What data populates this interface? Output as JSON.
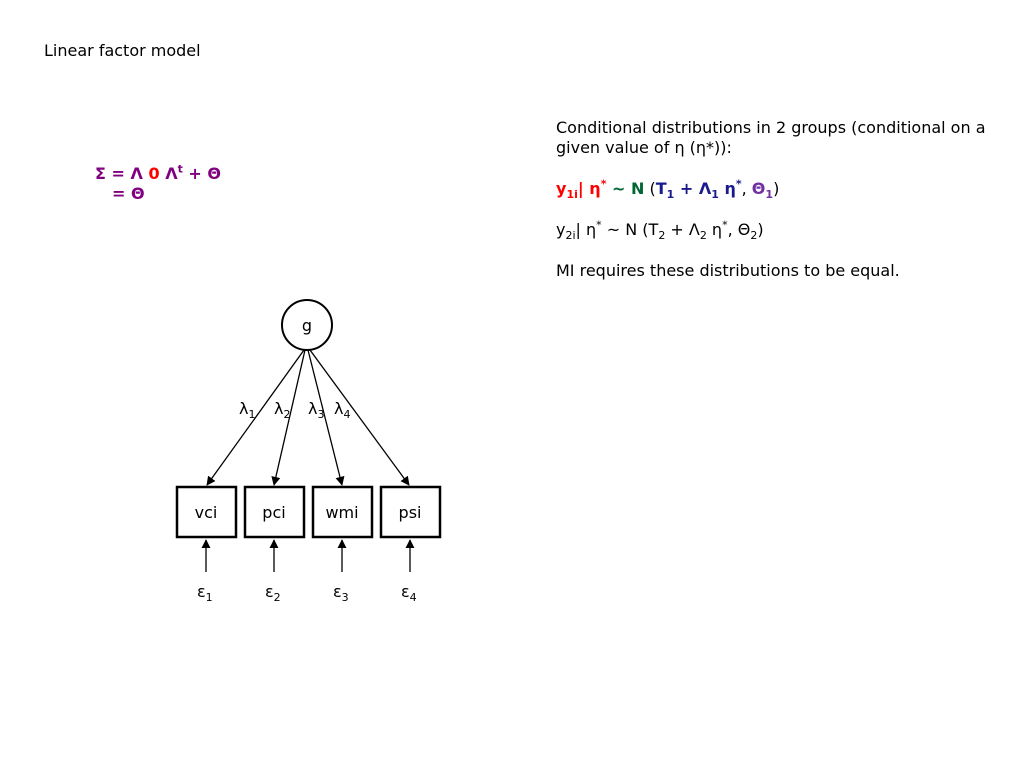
{
  "title": "Linear factor model",
  "formula": {
    "sigma": "Σ",
    "eq": "=",
    "lambda": "Λ",
    "zero": "0",
    "lambda_t": "Λ",
    "t": "t",
    "plus": "+",
    "theta": "Θ",
    "eq2": "=",
    "theta2": "Θ"
  },
  "text": {
    "intro": "Conditional distributions in 2 groups (conditional on a given value of  η (η*)):",
    "g1": {
      "y": "y",
      "y_sub": "1i",
      "bar_eta": "| η",
      "star": "*",
      "tilde_n": " ~ N",
      "open": " (",
      "T": "T",
      "T_sub": "1",
      "plus_lambda": " + Λ",
      "L_sub": "1",
      "eta": " η",
      "eta_star": "*",
      "comma": ", ",
      "theta": "Θ",
      "theta_sub": "1",
      "close": ")"
    },
    "g2": {
      "y": "y",
      "y_sub": "2i",
      "bar_eta": "| η",
      "star": "*",
      "tilde_n": " ~ N (T",
      "T_sub": "2",
      "plus_lambda": " + Λ",
      "L_sub": "2",
      "eta": " η",
      "eta_star": "*",
      "comma_theta": ", Θ",
      "theta_sub": "2",
      "close": ")"
    },
    "mi": "MI requires these distributions to be equal."
  },
  "diagram": {
    "factor": "g",
    "indicators": [
      "vci",
      "pci",
      "wmi",
      "psi"
    ],
    "loading_symbol": "λ",
    "loading_subs": [
      "1",
      "2",
      "3",
      "4"
    ],
    "error_symbol": "ε",
    "error_subs": [
      "1",
      "2",
      "3",
      "4"
    ]
  }
}
